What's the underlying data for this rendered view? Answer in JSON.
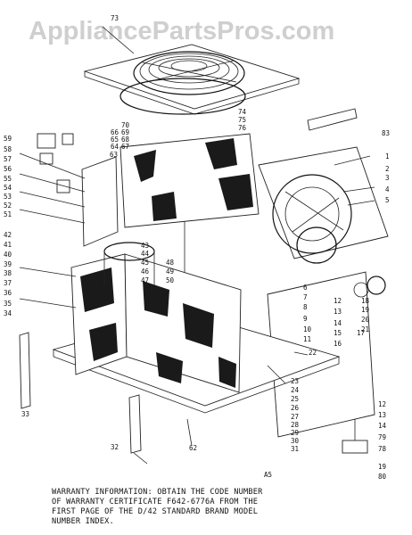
{
  "watermark": "AppliancePartsPros.com",
  "diagram_code": "A5",
  "warranty_lines": [
    "WARRANTY INFORMATION: OBTAIN THE CODE NUMBER",
    "OF WARRANTY CERTIFICATE F642-6776A FROM THE",
    "FIRST PAGE OF THE D/42 STANDARD BRAND MODEL",
    "NUMBER INDEX."
  ],
  "part_numbers": {
    "n73": "73",
    "n74": "74",
    "n75": "75",
    "n76": "76",
    "n83": "83",
    "n70": "70",
    "n69": "69",
    "n68": "68",
    "n66": "66",
    "n65": "65",
    "n64": "64",
    "n67": "67",
    "n63": "63",
    "n59": "59",
    "n58": "58",
    "n57": "57",
    "n56": "56",
    "n55": "55",
    "n54": "54",
    "n53": "53",
    "n52": "52",
    "n51": "51",
    "n1": "1",
    "n2": "2",
    "n3": "3",
    "n4": "4",
    "n5": "5",
    "n42": "42",
    "n41": "41",
    "n40": "40",
    "n39": "39",
    "n38": "38",
    "n37": "37",
    "n36": "36",
    "n35": "35",
    "n34": "34",
    "n43": "43",
    "n44": "44",
    "n45": "45",
    "n46": "46",
    "n47": "47",
    "n48": "48",
    "n49": "49",
    "n50": "50",
    "n6": "6",
    "n7": "7",
    "n8": "8",
    "n9": "9",
    "n10": "10",
    "n11": "11",
    "n12a": "12",
    "n13a": "13",
    "n14a": "14",
    "n15": "15",
    "n16": "16",
    "n17": "17",
    "n18": "18",
    "n19a": "19",
    "n20": "20",
    "n21": "21",
    "n22": "22",
    "n23": "23",
    "n24": "24",
    "n25": "25",
    "n26": "26",
    "n27": "27",
    "n28": "28",
    "n29": "29",
    "n30": "30",
    "n31": "31",
    "n33": "33",
    "n32": "32",
    "n62": "62",
    "n12b": "12",
    "n13b": "13",
    "n14b": "14",
    "n79": "79",
    "n78": "78",
    "n19b": "19",
    "n80": "80"
  }
}
